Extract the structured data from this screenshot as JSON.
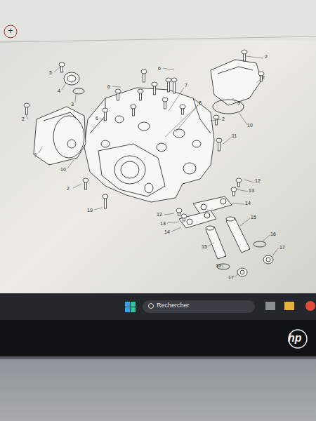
{
  "diagram": {
    "labels": [
      "+",
      "5",
      "4",
      "3",
      "6",
      "6",
      "7",
      "8",
      "2",
      "2",
      "9",
      "10",
      "2",
      "11",
      "2",
      "1",
      "10",
      "6",
      "2",
      "19",
      "12",
      "13",
      "14",
      "12",
      "13",
      "14",
      "15",
      "15",
      "16",
      "17",
      "16",
      "17",
      "Rechercher",
      "hp"
    ]
  }
}
